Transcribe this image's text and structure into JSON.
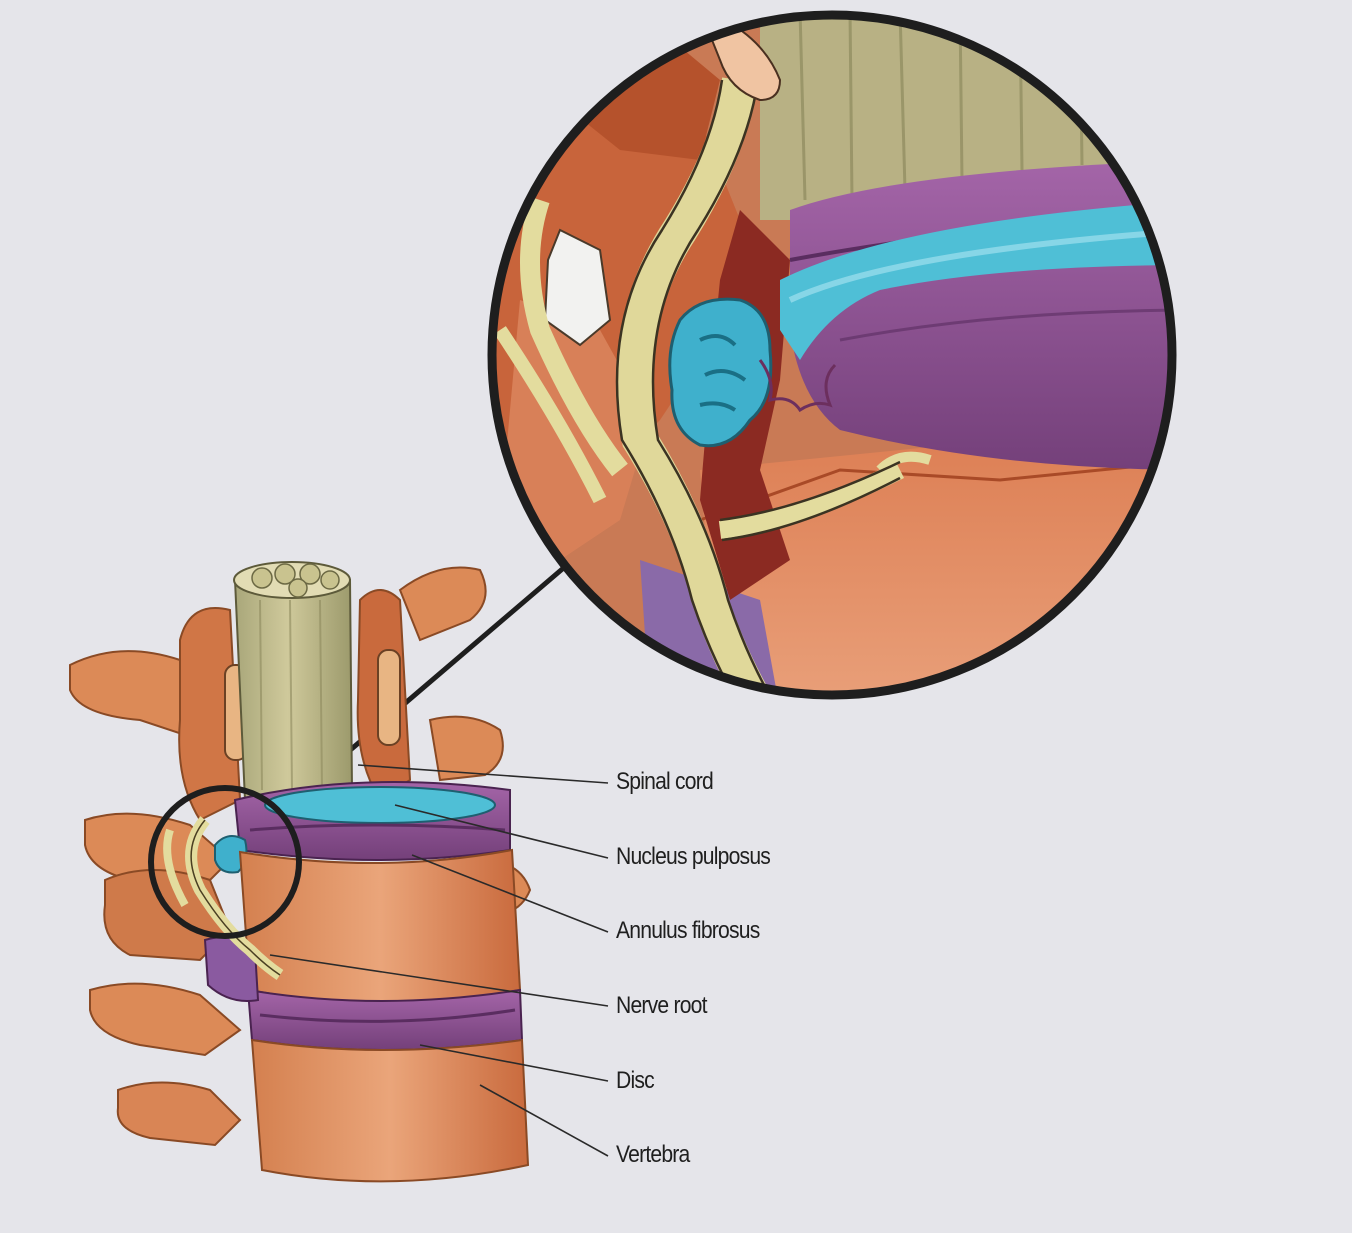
{
  "background_color": "#e5e5ea",
  "labels": {
    "spinal_cord": "Spinal cord",
    "nucleus_pulposus": "Nucleus pulposus",
    "annulus_fibrosus": "Annulus fibrosus",
    "nerve_root": "Nerve root",
    "disc": "Disc",
    "vertebra": "Vertebra"
  },
  "colors": {
    "bone": "#e0905e",
    "bone_shadow": "#b7582f",
    "disc": "#8e4f93",
    "nucleus": "#47b6d0",
    "spinal_cord": "#c5bf8f",
    "nerve": "#e3dc9e",
    "outline": "#1e1e1e"
  }
}
